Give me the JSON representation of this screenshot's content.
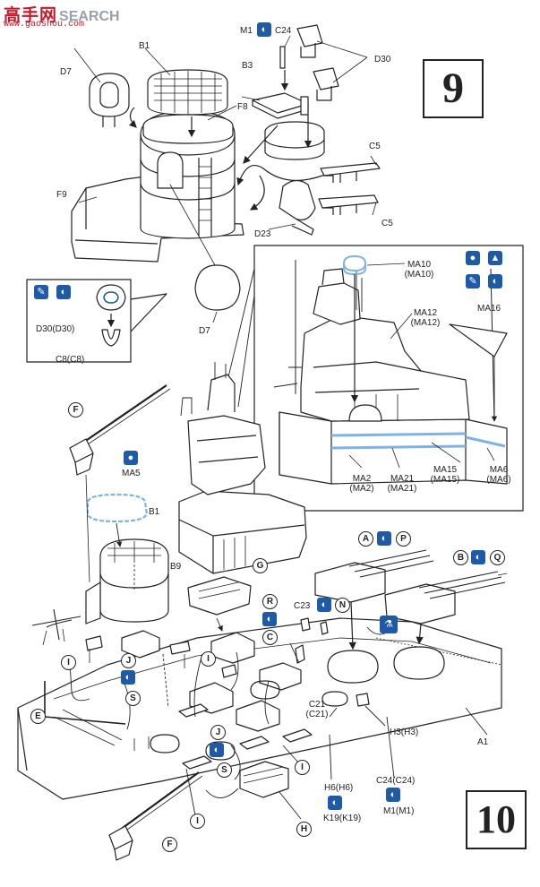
{
  "watermark": {
    "logo": "高手网",
    "search": "SEARCH",
    "url": "www.gaoshou.com"
  },
  "steps": {
    "step9": "9",
    "step10": "10"
  },
  "paint_icons": {
    "drop": "paint-drop-icon",
    "brush": "paint-brush-icon",
    "dual_color": "dual-color-icon",
    "glue": "glue-icon",
    "arrow_up": "arrow-up-icon",
    "color_primary": "#1f5aa6",
    "color_part": "#7fb3e6"
  },
  "labels": {
    "m1": "M1",
    "c24_top": "C24",
    "d30": "D30",
    "b1_top": "B1",
    "b3": "B3",
    "d7_top": "D7",
    "f8": "F8",
    "c5_upper": "C5",
    "c5_lower": "C5",
    "f9": "F9",
    "d23": "D23",
    "d7_bottom": "D7",
    "d30_d30": "D30(D30)",
    "c8_c8": "C8(C8)",
    "ma10": "MA10",
    "ma10_p": "(MA10)",
    "ma12": "MA12",
    "ma12_p": "(MA12)",
    "ma16": "MA16",
    "ma2": "MA2",
    "ma2_p": "(MA2)",
    "ma21": "MA21",
    "ma21_p": "(MA21)",
    "ma15": "MA15",
    "ma15_p": "(MA15)",
    "ma6": "MA6",
    "ma6_p": "(MA6)",
    "f_top": "F",
    "ma5": "MA5",
    "b1_mid": "B1",
    "b9": "B9",
    "g": "G",
    "a": "A",
    "p": "P",
    "b_turret": "B",
    "q": "Q",
    "r": "R",
    "c23": "C23",
    "n": "N",
    "c": "C",
    "i_left": "I",
    "j_left": "J",
    "s_left": "S",
    "i_mid": "I",
    "e": "E",
    "c21": "C21",
    "c21_p": "(C21)",
    "a1": "A1",
    "h3": "H3(H3)",
    "j_mid": "J",
    "s_mid": "S",
    "i_right": "I",
    "h6": "H6(H6)",
    "k19": "K19(K19)",
    "c24_bottom": "C24(C24)",
    "m1_bottom": "M1(M1)",
    "h": "H",
    "i_bottom": "I",
    "f_bottom": "F"
  }
}
